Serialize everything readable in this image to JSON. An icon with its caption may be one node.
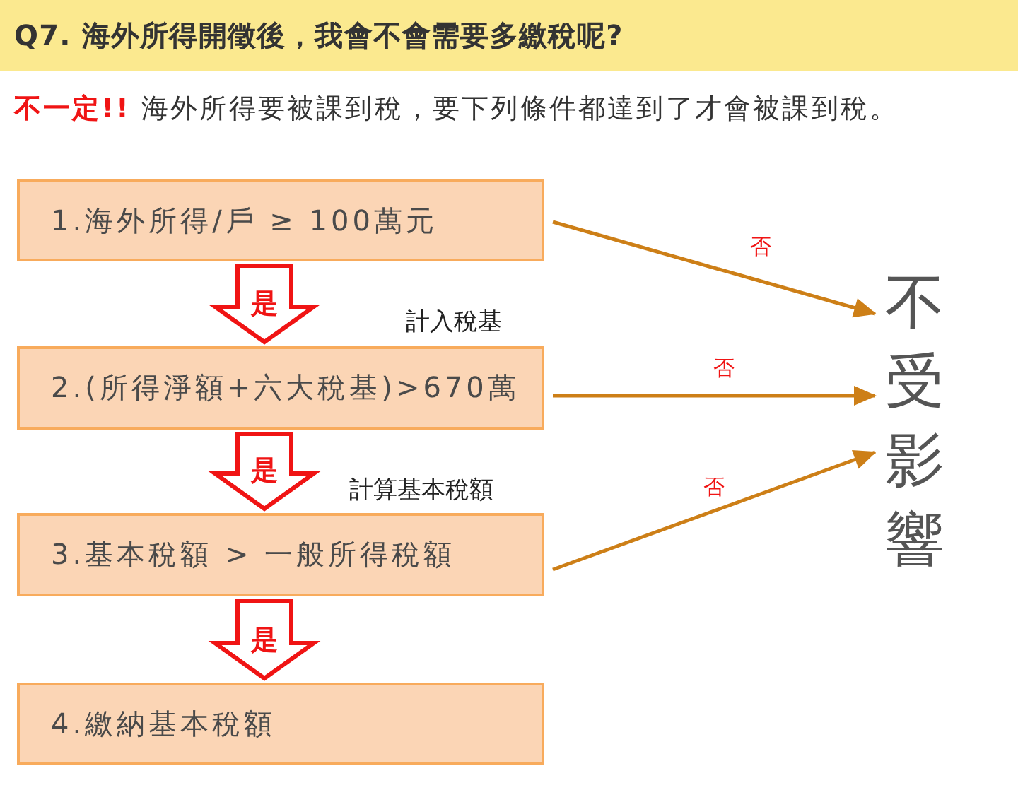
{
  "diagram": {
    "title": "Q7. 海外所得開徵後，我會不會需要多繳稅呢?",
    "nodes": [
      {
        "text": [
          "1.海外所得/戶 ≥ 100萬元"
        ]
      },
      {
        "text": [
          "2.(所得淨額+六大稅基)>670萬"
        ],
        "beside": [
          "計入稅基"
        ]
      },
      {
        "text": [
          "3.基本稅額 > 一般所得稅額"
        ],
        "beside": [
          "計算基本稅額"
        ]
      },
      {
        "text": [
          "4.繳納基本稅額"
        ]
      },
      {
        "text": [
          "不受影響"
        ]
      }
    ],
    "edges": [
      {
        "from": 0,
        "to": 1,
        "arrow": "to",
        "label": "是",
        "style": "thick",
        "color": "#f01414"
      },
      {
        "from": 0,
        "to": 4,
        "arrow": "to",
        "label": "否"
      },
      {
        "from": 1,
        "to": 2,
        "arrow": "to",
        "label": "是",
        "style": "thick",
        "color": "#f01414"
      },
      {
        "from": 1,
        "to": 4,
        "arrow": "to",
        "label": "否"
      },
      {
        "from": 2,
        "to": 3,
        "arrow": "to",
        "label": "是",
        "style": "thick",
        "color": "#f01414"
      },
      {
        "from": 2,
        "to": 4,
        "arrow": "to",
        "label": "否"
      }
    ],
    "labels": [
      "**不一定!!** 海外所得要被課到稅，要下列條件都達到了才會被課到稅。"
    ]
  }
}
